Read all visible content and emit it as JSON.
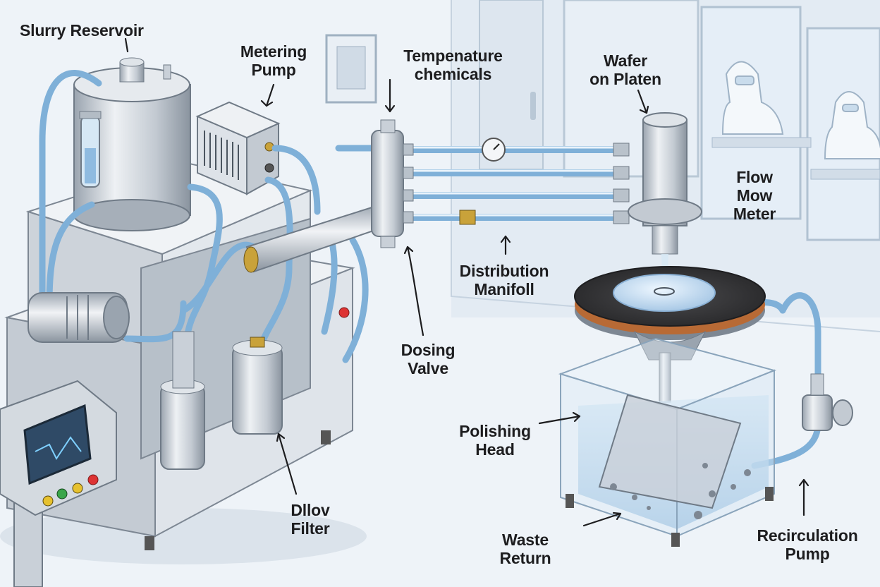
{
  "labels": {
    "slurry_reservoir": "Slurry Reservoir",
    "metering_pump": [
      "Metering",
      "Pump"
    ],
    "temperature_chemicals": [
      "Tempenature",
      "chemicals"
    ],
    "wafer_on_platen": [
      "Wafer",
      "on Platen"
    ],
    "flow_meter": [
      "Flow",
      "Mow",
      "Meter"
    ],
    "distribution_manifold": [
      "Distribution",
      "Manifoll"
    ],
    "dosing_valve": [
      "Dosing",
      "Valve"
    ],
    "polishing_head": [
      "Polishing",
      "Head"
    ],
    "filter": [
      "Dllov",
      "Filter"
    ],
    "waste_return": [
      "Waste",
      "Return"
    ],
    "recirculation_pump": [
      "Recirculation",
      "Pump"
    ]
  },
  "colors": {
    "steel": "#c9d0d8",
    "steel_dark": "#8e98a3",
    "tube": "#7fb0d8",
    "brass": "#c9a23a",
    "water": "#a9cbe6",
    "pad": "#3a3a3c",
    "copper": "#b86a35",
    "background": "#eef3f8"
  }
}
